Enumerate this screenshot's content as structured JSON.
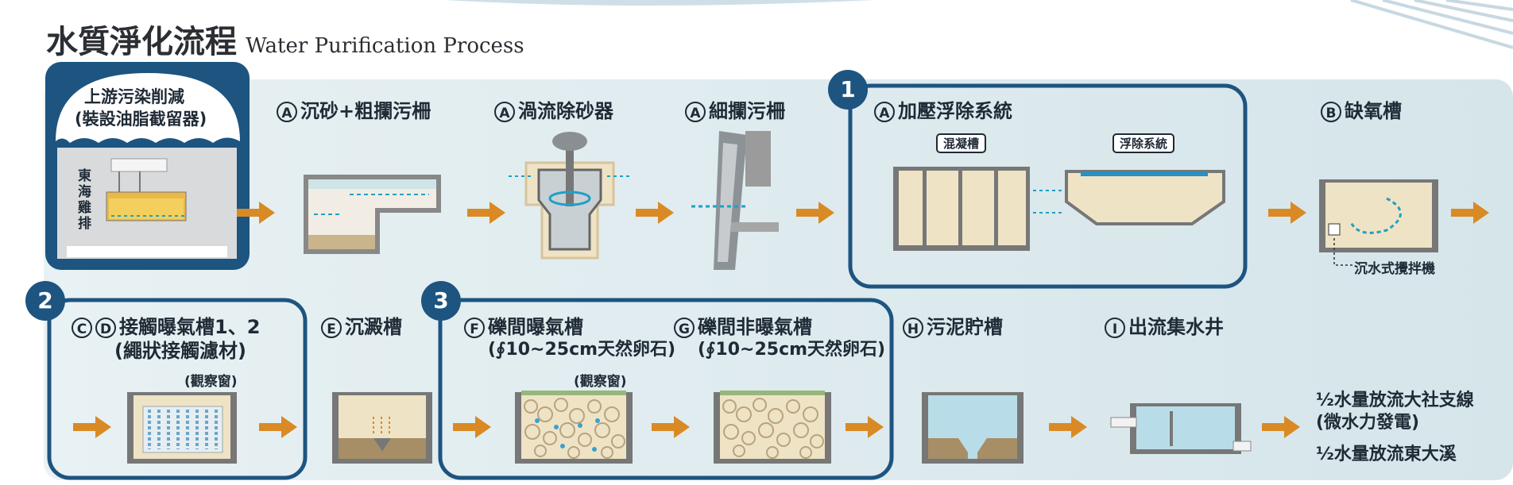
{
  "title": {
    "zh": "水質淨化流程",
    "en": "Water Purification Process"
  },
  "steps": {
    "upstream": {
      "line1": "上游污染削減",
      "line2": "(裝設油脂截留器)",
      "side": [
        "東",
        "海",
        "雞",
        "排"
      ]
    },
    "grit_screen": {
      "letter": "A",
      "label": "沉砂+粗攔污柵"
    },
    "vortex": {
      "letter": "A",
      "label": "渦流除砂器"
    },
    "fine_screen": {
      "letter": "A",
      "label": "細攔污柵"
    },
    "daf": {
      "letter": "A",
      "label": "加壓浮除系統",
      "tag_left": "混凝槽",
      "tag_right": "浮除系統"
    },
    "anoxic": {
      "letter": "B",
      "label": "缺氧槽",
      "note": "沉水式攪拌機"
    },
    "contact": {
      "letter_c": "C",
      "letter_d": "D",
      "line1": "接觸曝氣槽1、2",
      "line2": "(繩狀接觸濾材)",
      "window": "(觀察窗)"
    },
    "sedimentation": {
      "letter": "E",
      "label": "沉澱槽"
    },
    "aerated_gravel": {
      "letter": "F",
      "line1": "礫間曝氣槽",
      "line2": "(∮10~25cm天然卵石)",
      "window": "(觀察窗)"
    },
    "nonaerated_gravel": {
      "letter": "G",
      "line1": "礫間非曝氣槽",
      "line2": "(∮10~25cm天然卵石)"
    },
    "sludge": {
      "letter": "H",
      "label": "污泥貯槽"
    },
    "outlet": {
      "letter": "I",
      "label": "出流集水井"
    }
  },
  "badges": [
    "1",
    "2",
    "3"
  ],
  "outputs": {
    "line1": "½水量放流大社支線",
    "line2": "(微水力發電)",
    "line3": "½水量放流東大溪"
  },
  "colors": {
    "navy": "#1d5480",
    "arrow": "#d98a24",
    "water": "#b9dde8",
    "panel": "#e3eef0",
    "sand": "#efe3c6"
  }
}
